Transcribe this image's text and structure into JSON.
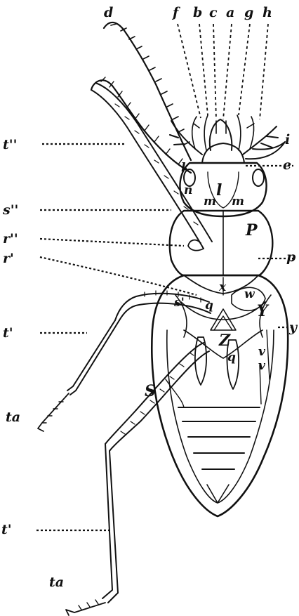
{
  "labels": {
    "d": "d",
    "f": "f",
    "b": "b",
    "c": "c",
    "a": "a",
    "g": "g",
    "h": "h",
    "i": "i",
    "e": "e",
    "k": "k",
    "n": "n",
    "l": "l",
    "m_left": "m",
    "m_right": "m",
    "P": "P",
    "p": "p",
    "x": "x",
    "w": "w",
    "q_upper": "q",
    "Y": "Y",
    "Z": "Z",
    "y": "y",
    "q_lower": "q",
    "v_upper": "v",
    "v_lower": "v",
    "s_prime": "s'",
    "S": "S",
    "t_dprime": "t''",
    "s_dprime": "s''",
    "r_dprime": "r''",
    "r_prime": "r'",
    "t_prime_mid": "t'",
    "ta_upper": "ta",
    "t_prime_low": "t'",
    "ta_lower": "ta"
  }
}
